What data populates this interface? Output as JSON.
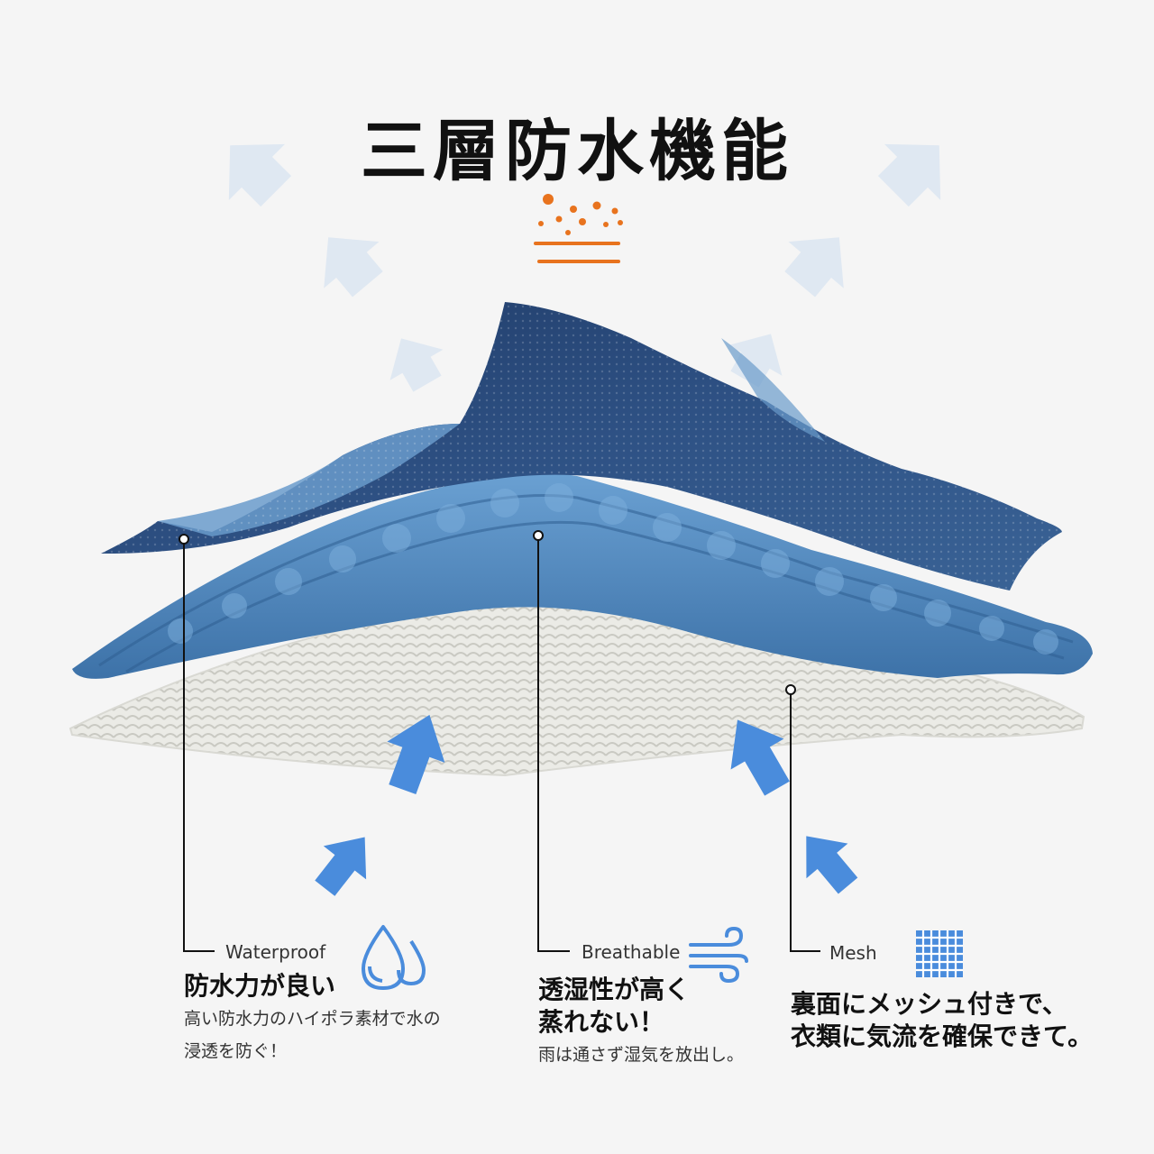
{
  "title": "三層防水機能",
  "colors": {
    "accent_orange": "#e8731e",
    "outer_fabric": "#2c4d7e",
    "outer_fabric_inner": "#5f91c6",
    "middle_layer": "#4f86ba",
    "mesh_layer": "#e6e6e1",
    "arrow_light": "#dde7f2",
    "arrow_blue": "#4a8cdc"
  },
  "icons": {
    "title_icon": "water-droplets-over-layers-icon",
    "waterproof_icon": "water-drops-icon",
    "breathable_icon": "wind-icon",
    "mesh_icon": "mesh-grid-icon"
  },
  "features": [
    {
      "label": "Waterproof",
      "heading_lines": [
        "防水力が良い"
      ],
      "desc_lines": [
        "高い防水力のハイポラ素材で水の",
        "浸透を防ぐ！"
      ]
    },
    {
      "label": "Breathable",
      "heading_lines": [
        "透湿性が高く",
        "蒸れない！"
      ],
      "desc_lines": [
        "雨は通さず湿気を放出し。"
      ]
    },
    {
      "label": "Mesh",
      "heading_lines": [
        "裏面にメッシュ付きで、",
        "衣類に気流を確保できて。"
      ],
      "desc_lines": []
    }
  ]
}
